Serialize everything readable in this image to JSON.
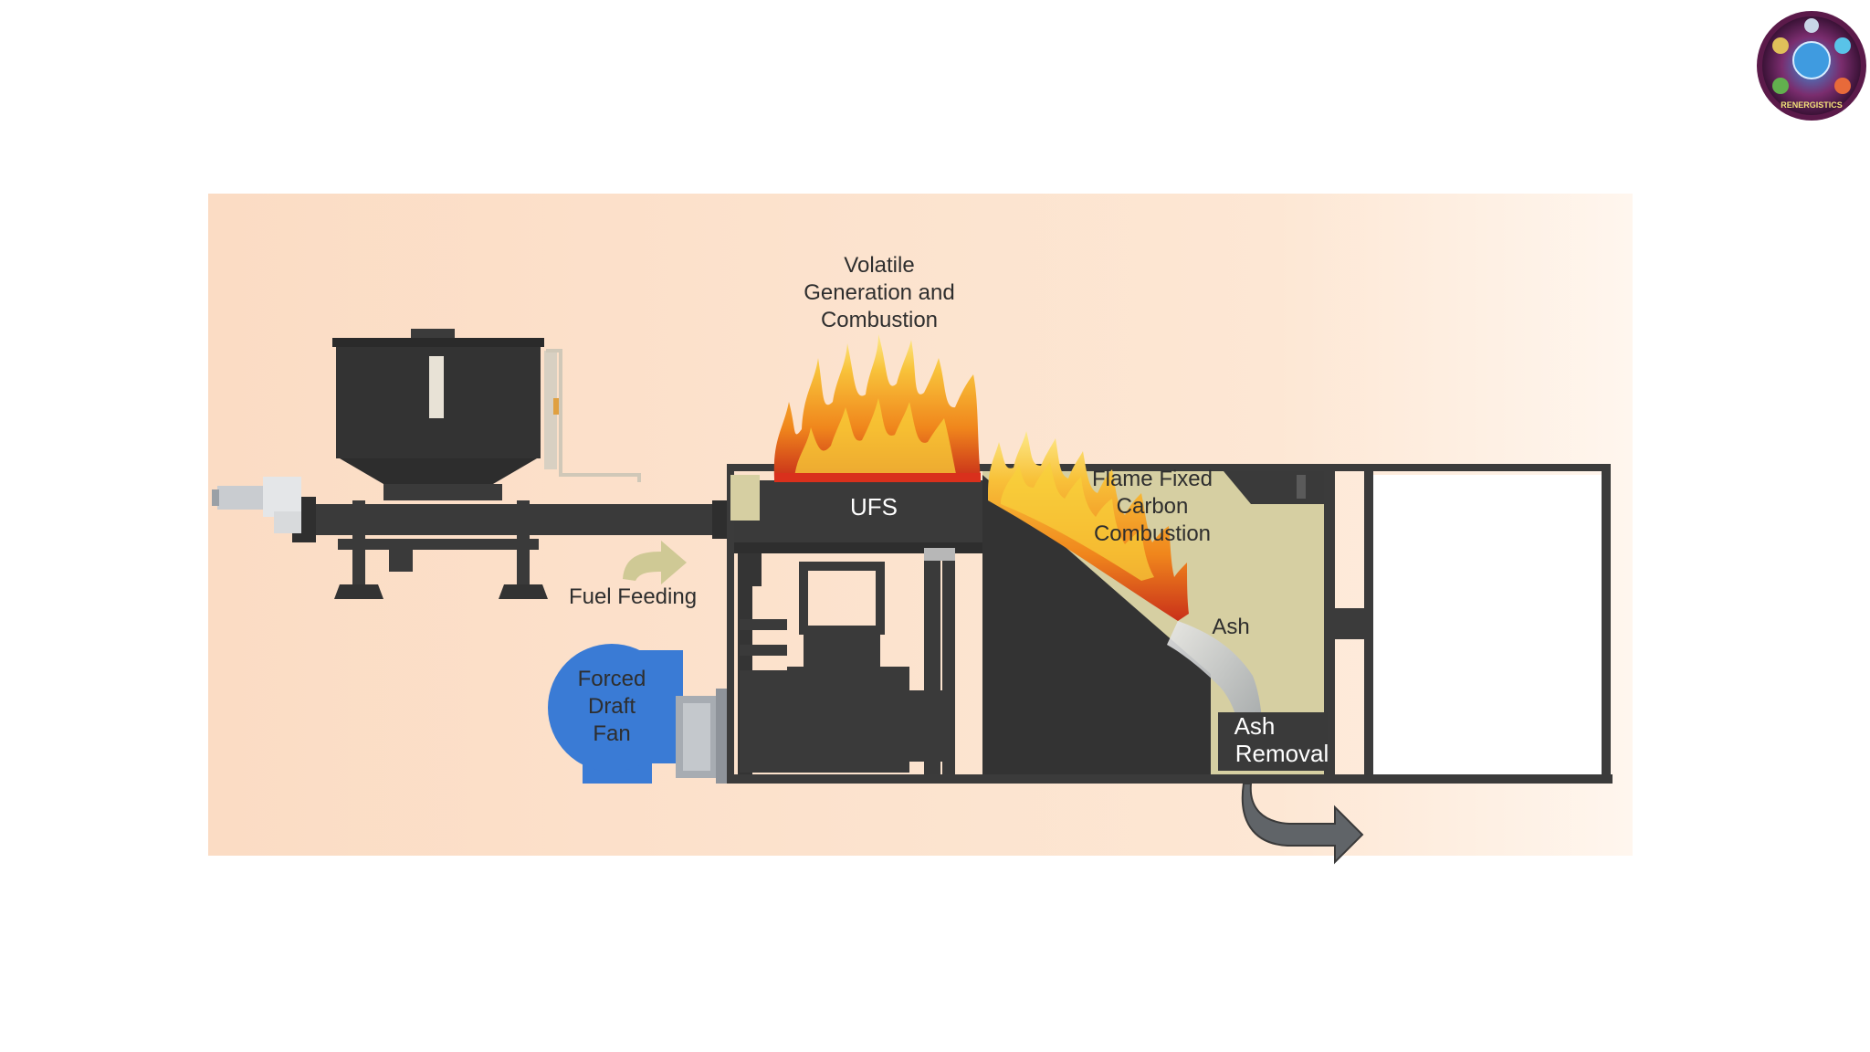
{
  "logo": {
    "text": "RENERGISTICS",
    "icon": "globe-badge-icon"
  },
  "labels": {
    "volatile": [
      "Volatile",
      "Generation and",
      "Combustion"
    ],
    "ufs": "UFS",
    "flame_fixed": [
      "Flame Fixed",
      "Carbon",
      "Combustion"
    ],
    "ash": "Ash",
    "ash_removal": [
      "Ash",
      "Removal"
    ],
    "fuel_feeding": "Fuel Feeding",
    "fan": [
      "Forced",
      "Draft",
      "Fan"
    ]
  },
  "colors": {
    "panel_bg": "#fbe3cf",
    "machine": "#3b3b3b",
    "grate_zone": "#d6cfa2",
    "fan_blue": "#3a7bd5",
    "flame_orange": "#f0861c",
    "flame_yellow": "#f8d23a",
    "arrow_feed": "#c9c48a"
  }
}
